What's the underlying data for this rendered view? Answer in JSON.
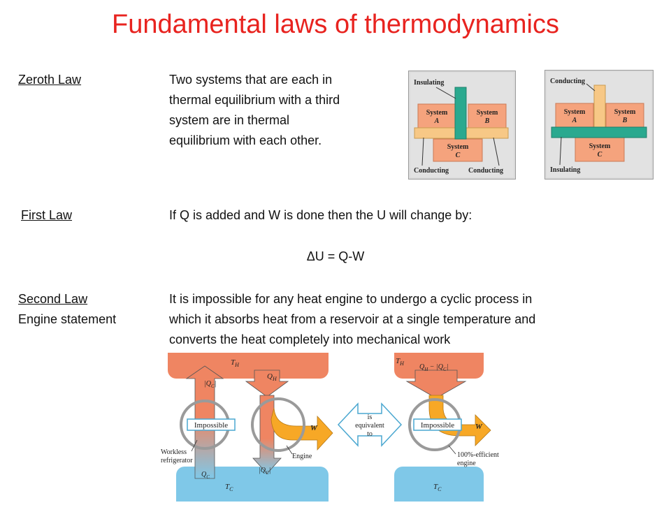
{
  "title": "Fundamental laws of thermodynamics",
  "zeroth": {
    "label": "Zeroth Law",
    "lines": [
      "Two systems that are each in",
      "thermal equilibrium with a third",
      "system are in thermal",
      "equilibrium with each other."
    ]
  },
  "first": {
    "label": "First Law",
    "text": "If Q is added and W is done then the U will change by:",
    "equation": "ΔU = Q-W"
  },
  "second": {
    "label": "Second Law",
    "sublabel": "Engine statement",
    "lines": [
      "It is impossible for any heat engine to undergo a cyclic process in",
      "which it absorbs heat from a reservoir at a single temperature and",
      "converts  the heat completely into mechanical work"
    ]
  },
  "fig_zeroth_a": {
    "insulating": "Insulating",
    "system_a": "System",
    "a": "A",
    "system_b": "System",
    "b": "B",
    "system_c": "System",
    "c": "C",
    "conducting_left": "Conducting",
    "conducting_right": "Conducting"
  },
  "fig_zeroth_b": {
    "conducting": "Conducting",
    "system_a": "System",
    "a": "A",
    "system_b": "System",
    "b": "B",
    "system_c": "System",
    "c": "C",
    "insulating": "Insulating"
  },
  "fig_second": {
    "th": "T",
    "th_sub": "H",
    "tc": "T",
    "tc_sub": "C",
    "qc": "|Q",
    "qc_sub": "C",
    "qc_end": "|",
    "qh": "Q",
    "qh_sub": "H",
    "qc2": "Q",
    "qc2_sub": "C",
    "qc3": "|Q",
    "qc3_sub": "C",
    "qc3_end": "|",
    "impossible": "Impossible",
    "w": "W",
    "workless1": "Workless",
    "workless2": "refrigerator",
    "engine": "Engine",
    "eq1": "is",
    "eq2": "equivalent",
    "eq3": "to",
    "th2": "T",
    "th2_sub": "H",
    "qhqc": "Q",
    "qhqc_sub1": "H",
    "qhqc_mid": " − |Q",
    "qhqc_sub2": "C",
    "qhqc_end": "|",
    "impossible2": "Impossible",
    "w2": "W",
    "eff1": "100%-efficient",
    "eff2": "engine",
    "tc2": "T",
    "tc2_sub": "C"
  },
  "colors": {
    "title": "#e8231f",
    "hot": "#ef8562",
    "cold": "#7fc8e8",
    "system_box": "#f5a37d",
    "work_arrow": "#f7a826",
    "insulator_panel": "#f7c886",
    "conductor_panel": "#2aa98f"
  }
}
